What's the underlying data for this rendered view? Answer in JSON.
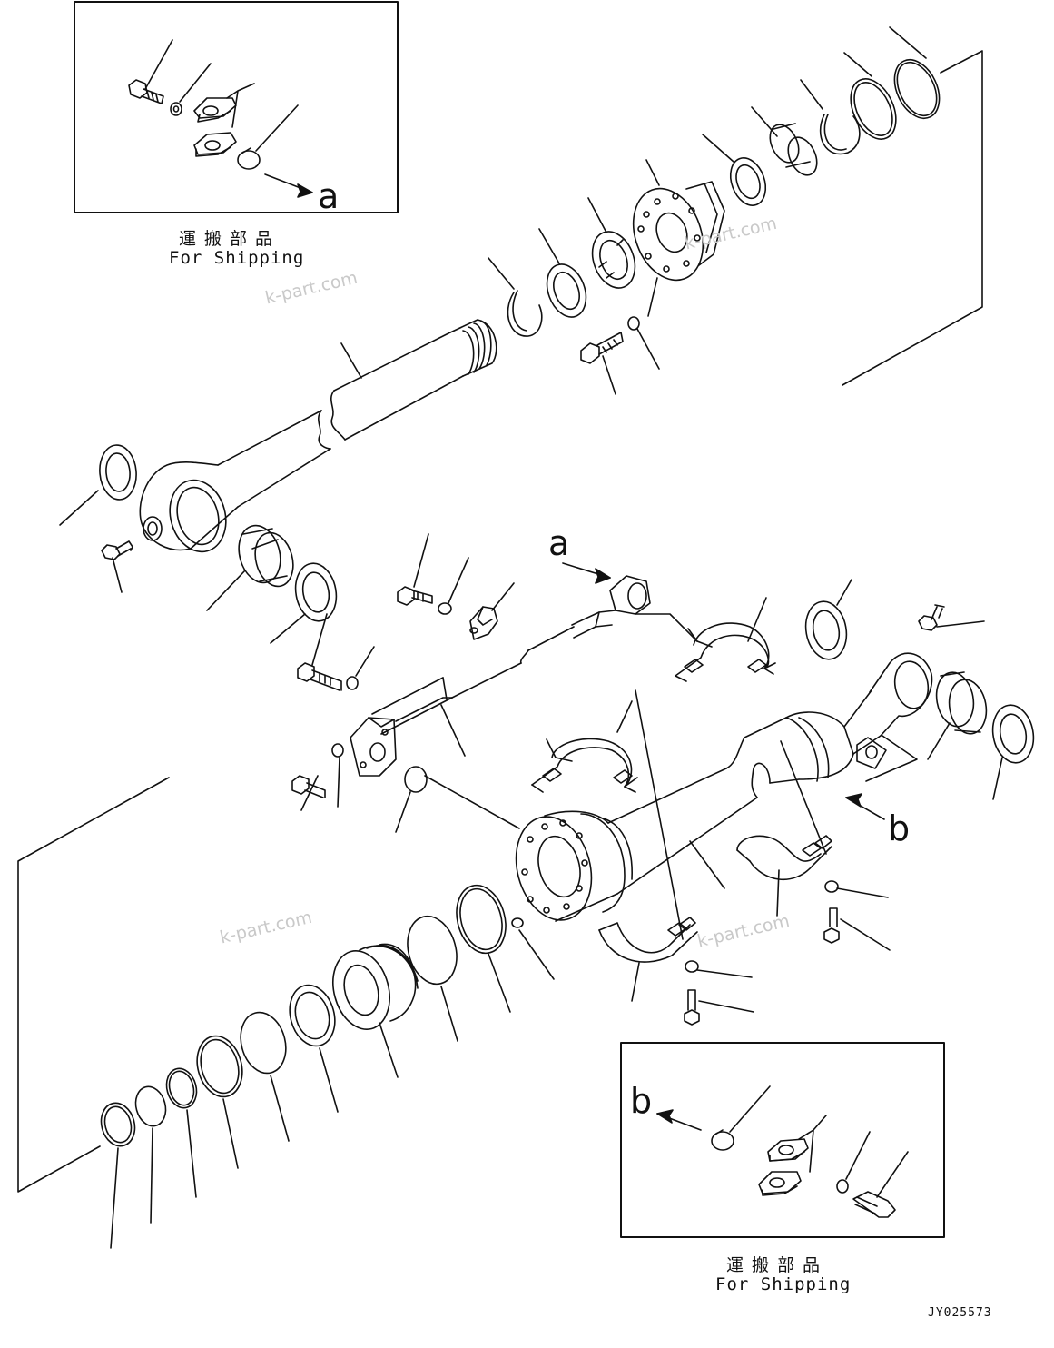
{
  "shipping_box_top": {
    "label_jp": "運搬部品",
    "label_en": "For Shipping",
    "ref": "a"
  },
  "shipping_box_bottom": {
    "label_jp": "運搬部品",
    "label_en": "For Shipping",
    "ref": "b"
  },
  "refs": {
    "a": "a",
    "b": "b"
  },
  "watermarks": [
    "k-part.com",
    "k-part.com",
    "k-part.com",
    "k-part.com"
  ],
  "drawing_code": "JY025573"
}
